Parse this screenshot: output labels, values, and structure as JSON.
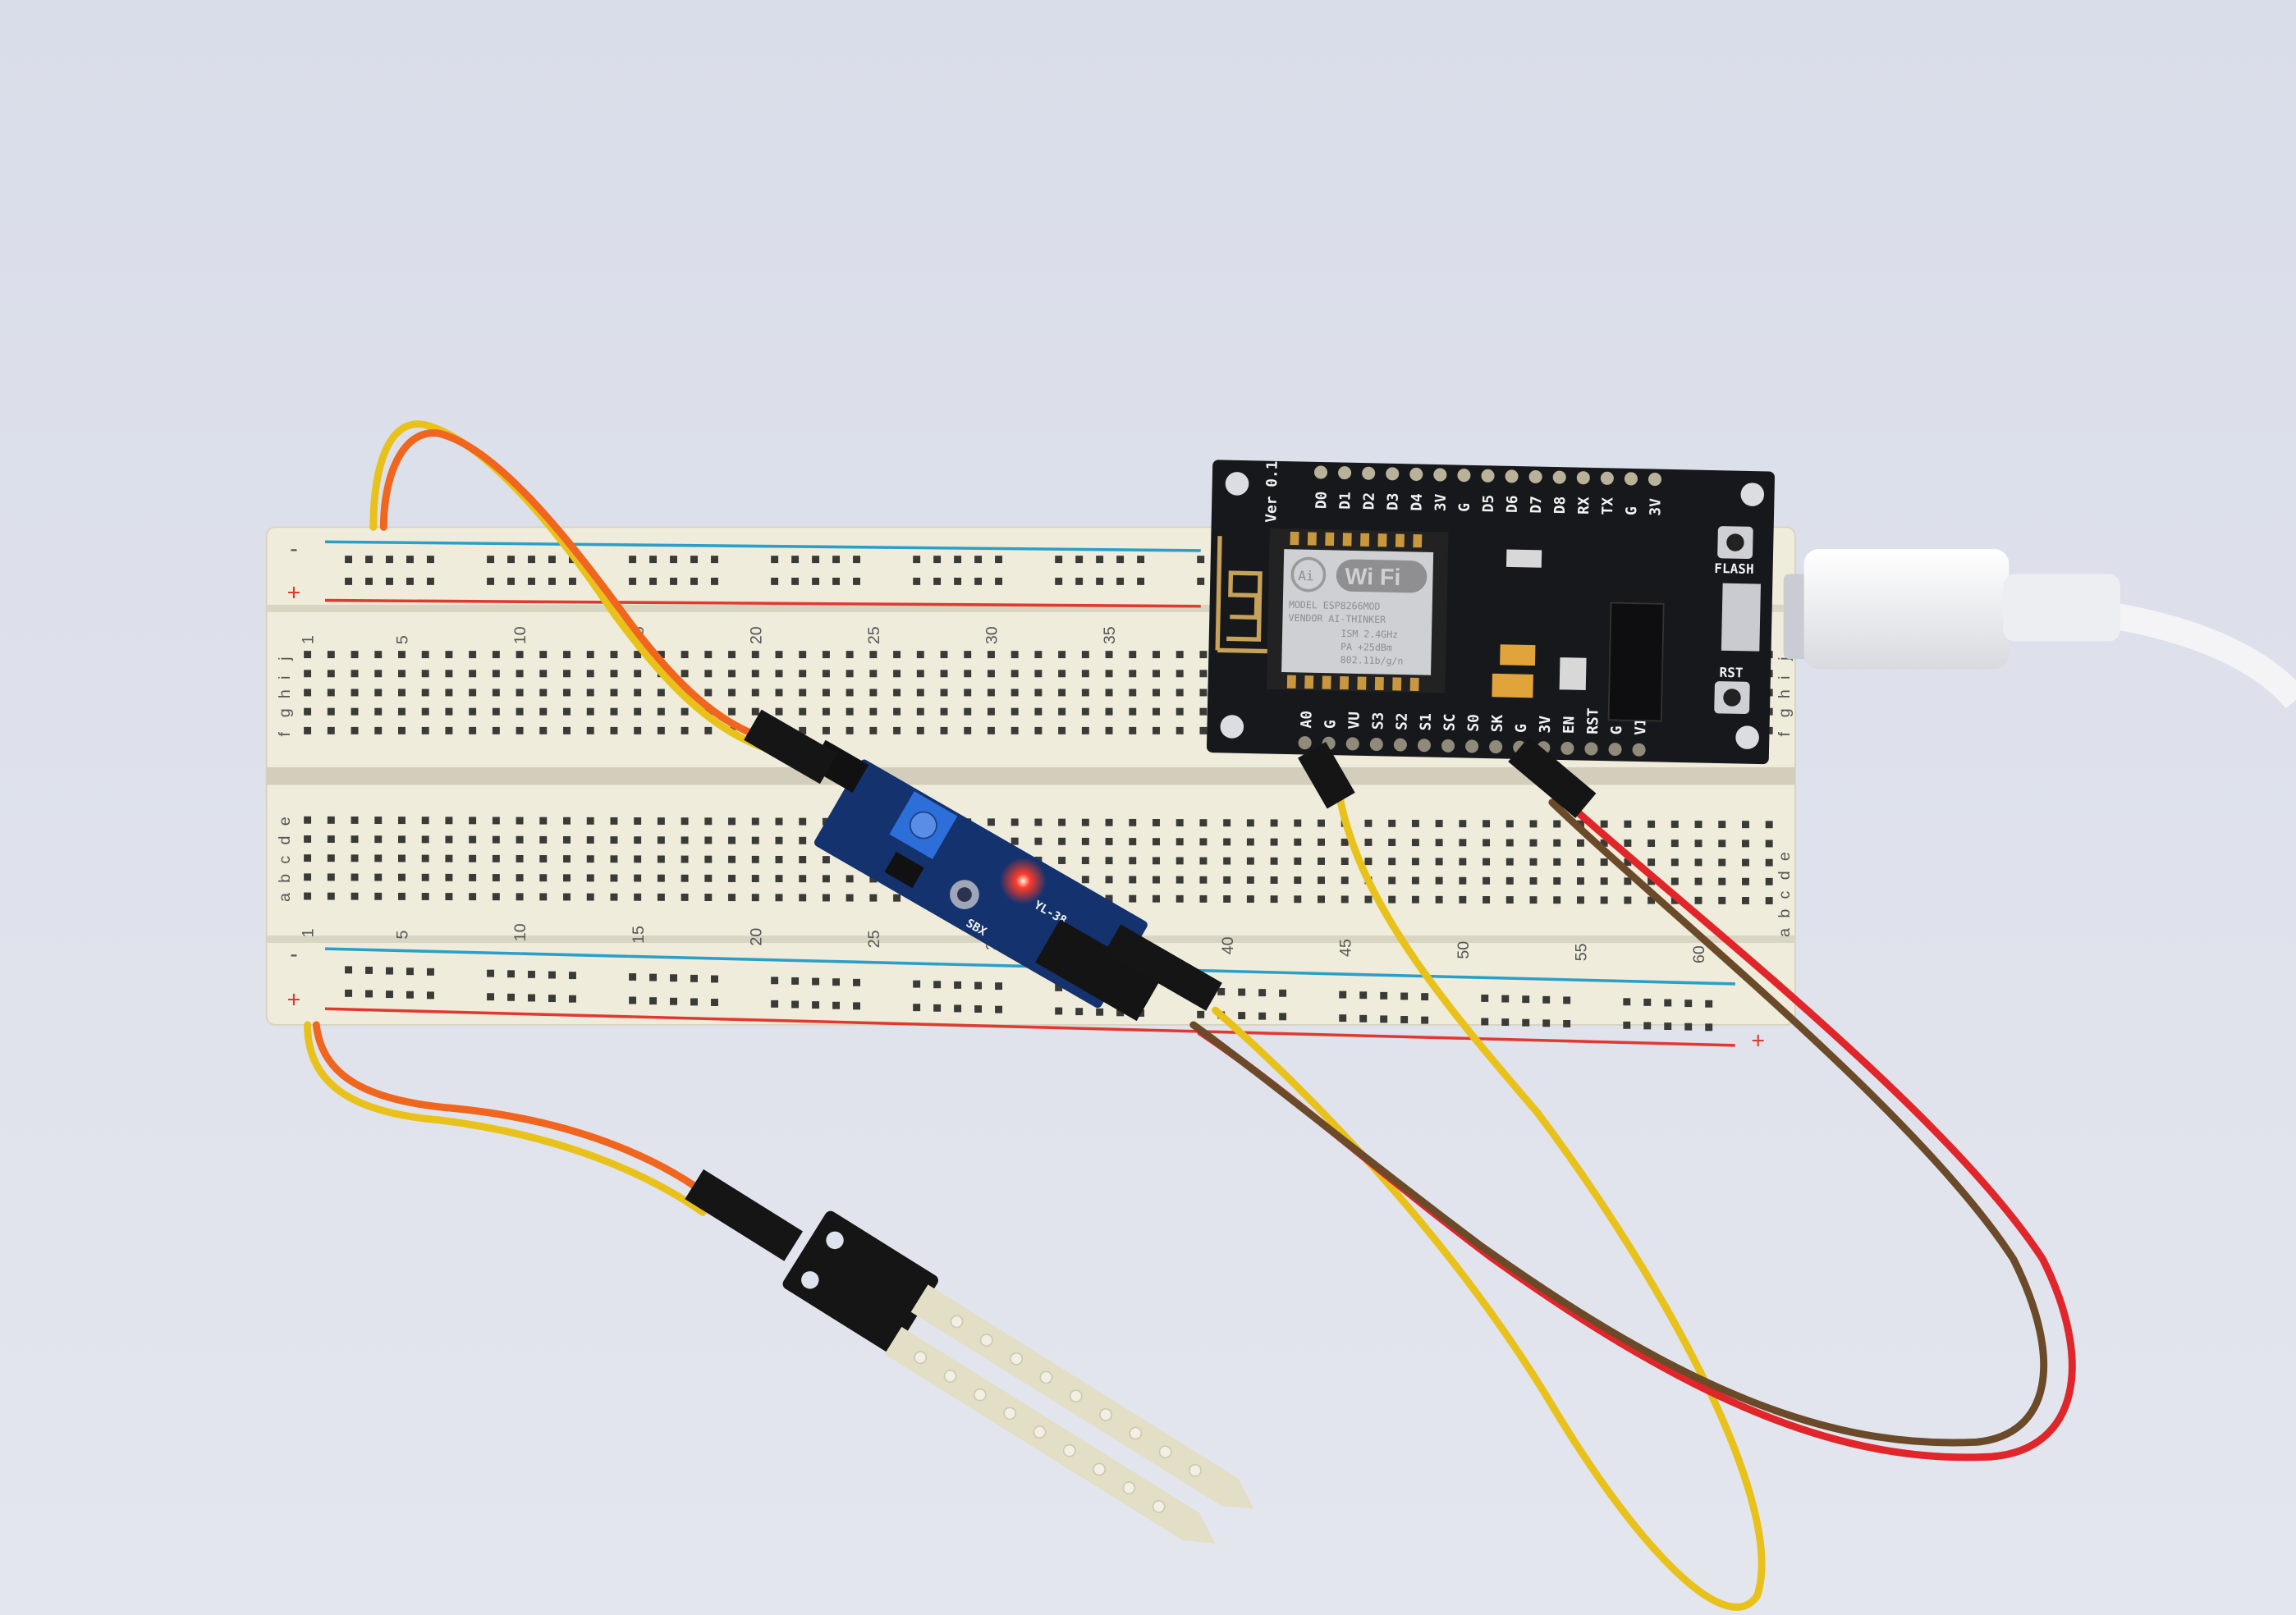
{
  "scene": {
    "background_color": "#dfe3ee",
    "breadboard": {
      "color": "#efecdc",
      "rail_minus": "-",
      "rail_plus": "+",
      "column_numbers": [
        "1",
        "5",
        "10",
        "15",
        "20",
        "25",
        "30",
        "35",
        "40",
        "45",
        "50",
        "55",
        "60"
      ],
      "rows_top": [
        "f",
        "g",
        "h",
        "i",
        "j"
      ],
      "rows_bottom": [
        "a",
        "b",
        "c",
        "d",
        "e"
      ]
    },
    "nodemcu": {
      "version": "Ver 0.1",
      "top_pins": [
        "D0",
        "D1",
        "D2",
        "D3",
        "D4",
        "3V",
        "G",
        "D5",
        "D6",
        "D7",
        "D8",
        "RX",
        "TX",
        "G",
        "3V"
      ],
      "bottom_pins": [
        "A0",
        "G",
        "VU",
        "S3",
        "S2",
        "S1",
        "SC",
        "S0",
        "SK",
        "G",
        "3V",
        "EN",
        "RST",
        "G",
        "VIN"
      ],
      "flash_label": "FLASH",
      "rst_label": "RST",
      "module": {
        "logo": "Ai",
        "wifi": "Wi Fi",
        "model": "MODEL   ESP8266MOD",
        "vendor": "VENDOR  AI-THINKER",
        "ism": "ISM 2.4GHz",
        "pa": "PA  +25dBm",
        "standard": "802.11b/g/n"
      }
    },
    "sensor_module": {
      "model": "YL-38",
      "brand": "SBX",
      "led_color": "#ff3b2a"
    },
    "wire_colors": {
      "yellow": "#e8c21a",
      "orange": "#f0661e",
      "red": "#e0262a",
      "brown": "#6b4a2a"
    }
  }
}
